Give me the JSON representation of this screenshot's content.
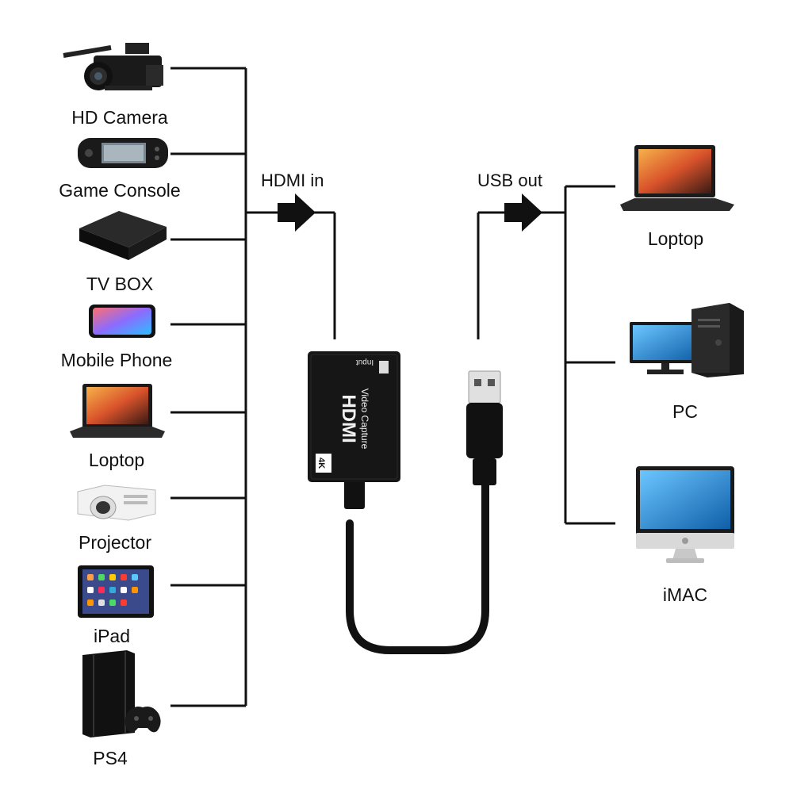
{
  "left_section": {
    "header": "HDMI in",
    "devices": [
      {
        "label": "HD Camera",
        "icon": "video-camera-icon"
      },
      {
        "label": "Game Console",
        "icon": "handheld-console-icon"
      },
      {
        "label": "TV BOX",
        "icon": "tv-box-icon"
      },
      {
        "label": "Mobile Phone",
        "icon": "mobile-phone-icon"
      },
      {
        "label": "Loptop",
        "icon": "laptop-icon"
      },
      {
        "label": "Projector",
        "icon": "projector-icon"
      },
      {
        "label": "iPad",
        "icon": "tablet-icon"
      },
      {
        "label": "PS4",
        "icon": "ps4-console-icon"
      }
    ]
  },
  "right_section": {
    "header": "USB  out",
    "devices": [
      {
        "label": "Loptop",
        "icon": "laptop-icon"
      },
      {
        "label": "PC",
        "icon": "desktop-pc-icon"
      },
      {
        "label": "iMAC",
        "icon": "imac-icon"
      }
    ]
  },
  "capture_device": {
    "port_label": "Input",
    "brand_text": "HDMI",
    "product_text": "Video Capture",
    "badge_text": "4K",
    "connector": "USB-A"
  },
  "colors": {
    "line": "#111111",
    "device_body": "#161616",
    "background": "#ffffff",
    "screen_accent": "#e0682a",
    "monitor_blue": "#1f8fd6"
  }
}
